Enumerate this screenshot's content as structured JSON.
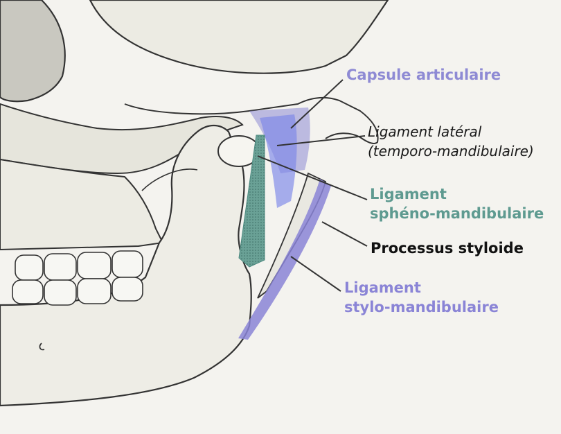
{
  "labels": {
    "capsule": "Capsule articulaire",
    "lateral_title": "Ligament latéral",
    "lateral_sub": "(temporo-mandibulaire)",
    "spheno_line1": "Ligament",
    "spheno_line2": "sphéno-mandibulaire",
    "styloide": "Processus styloide",
    "stylo_line1": "Ligament",
    "stylo_line2": "stylo-mandibulaire"
  },
  "colors": {
    "capsule": "#8e8ad4",
    "lateral": "#7b86e8",
    "spheno": "#5e9a90",
    "styloide": "#111111",
    "stylo": "#8a84d6",
    "bone_line": "#3a3a3a",
    "background": "#f4f3ef"
  }
}
